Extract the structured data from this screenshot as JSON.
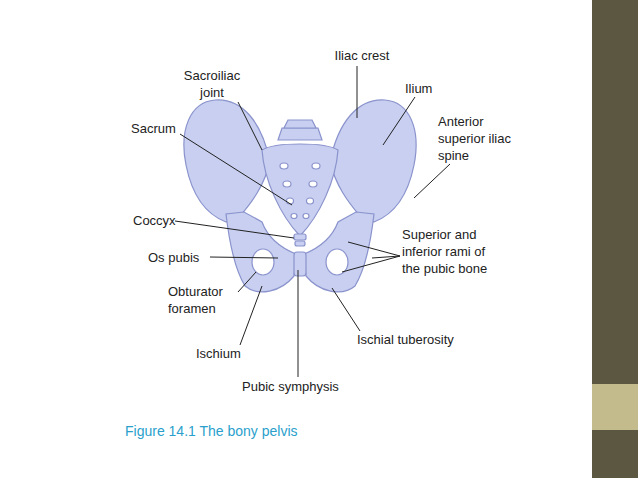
{
  "diagram": {
    "caption": "Figure 14.1 The bony pelvis",
    "labels": [
      "Iliac crest",
      "Sacroiliac joint",
      "Ilium",
      "Sacrum",
      "Anterior superior iliac spine",
      "Coccyx",
      "Os pubis",
      "Superior and inferior rami of the pubic bone",
      "Obturator foramen",
      "Ischial tuberosity",
      "Ischium",
      "Pubic symphysis"
    ]
  }
}
